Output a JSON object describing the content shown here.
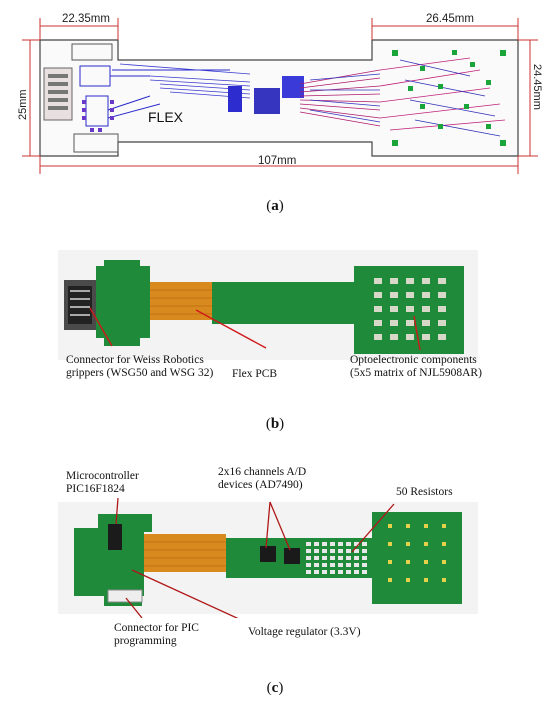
{
  "panel_a": {
    "dims": {
      "left_width": "22.35mm",
      "left_height": "25mm",
      "right_width": "26.45mm",
      "right_height": "24.45mm",
      "total_length": "107mm"
    },
    "flex_label": "FLEX",
    "caption_letter": "a"
  },
  "panel_b": {
    "labels": {
      "connector_line1": "Connector for Weiss Robotics",
      "connector_line2": "grippers (WSG50 and WSG 32)",
      "flex": "Flex  PCB",
      "opto_line1": "Optoelectronic components",
      "opto_line2": "(5x5 matrix of NJL5908AR)"
    },
    "caption_letter": "b"
  },
  "panel_c": {
    "labels": {
      "mcu_line1": "Microcontroller",
      "mcu_line2": "PIC16F1824",
      "adc_line1": "2x16 channels A/D",
      "adc_line2": "devices (AD7490)",
      "resistors": "50 Resistors",
      "conn_line1": "Connector for PIC",
      "conn_line2": "programming",
      "vreg": "Voltage regulator (3.3V)"
    },
    "caption_letter": "c"
  },
  "colors": {
    "pcb_green": "#1f8a3a",
    "flex_orange": "#d98a1e",
    "annotation_red": "#d01818",
    "dimension_red": "#c83030"
  }
}
